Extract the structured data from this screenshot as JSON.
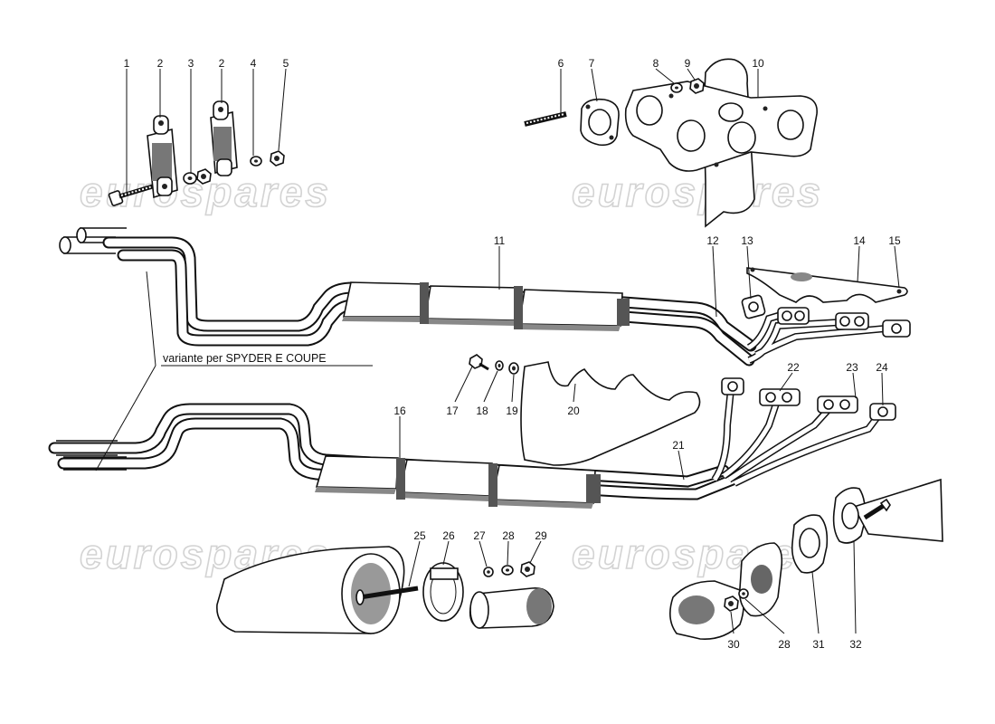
{
  "watermark": "eurospares",
  "variant_note": "variante per SPYDER E COUPE",
  "callouts": {
    "c1": "1",
    "c2a": "2",
    "c3": "3",
    "c2b": "2",
    "c4": "4",
    "c5": "5",
    "c6": "6",
    "c7": "7",
    "c8": "8",
    "c9": "9",
    "c10": "10",
    "c11": "11",
    "c12": "12",
    "c13": "13",
    "c14": "14",
    "c15": "15",
    "c16": "16",
    "c17": "17",
    "c18": "18",
    "c19": "19",
    "c20": "20",
    "c21": "21",
    "c22": "22",
    "c23": "23",
    "c24": "24",
    "c25": "25",
    "c26": "26",
    "c27": "27",
    "c28a": "28",
    "c29": "29",
    "c30": "30",
    "c28b": "28",
    "c31": "31",
    "c32": "32"
  }
}
